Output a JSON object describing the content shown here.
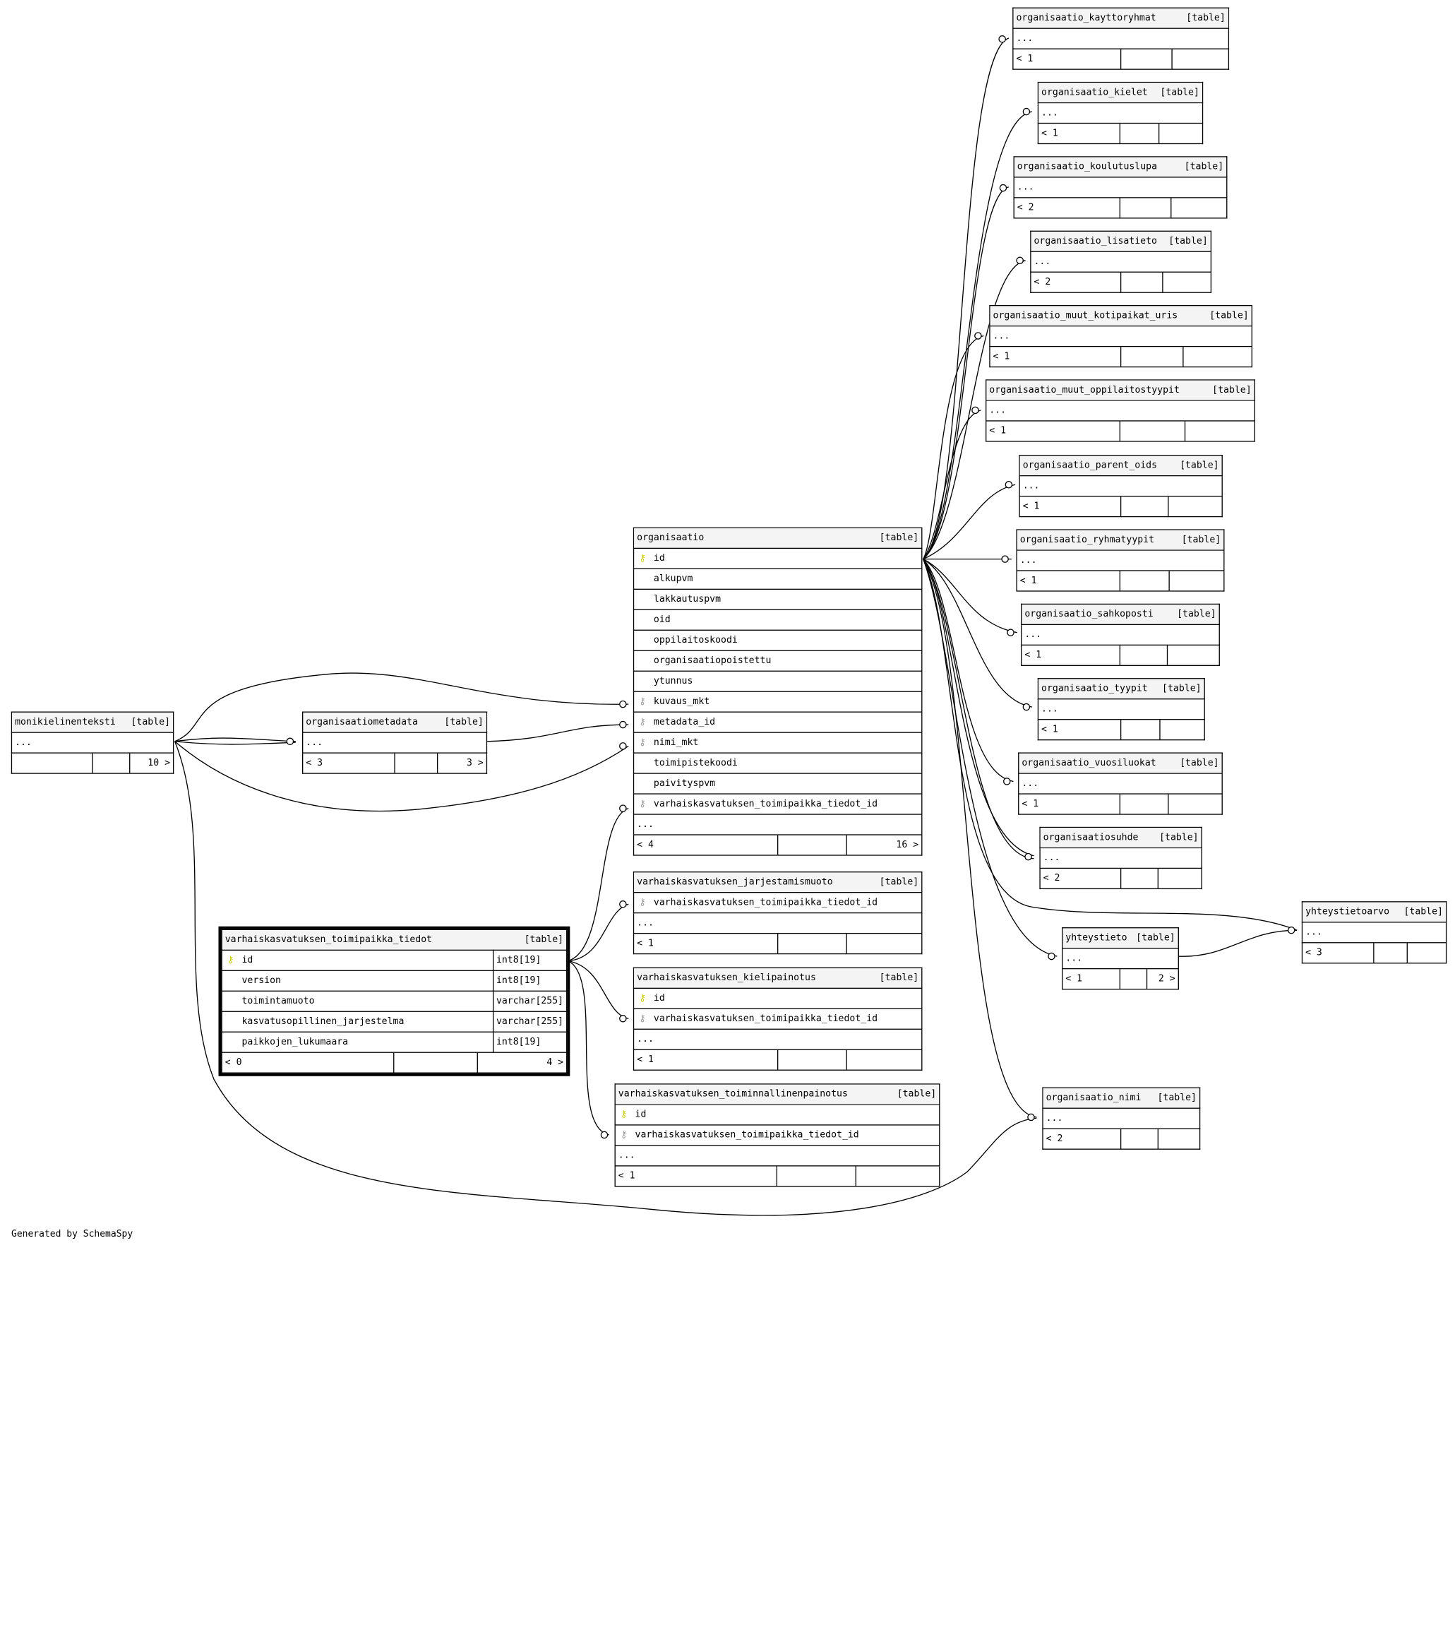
{
  "footer": "Generated by SchemaSpy",
  "tag": "[table]",
  "tables": [
    {
      "id": "kayttoryhmat",
      "name": "organisaatio_kayttoryhmat",
      "rows": [],
      "more": "...",
      "left": "< 1",
      "right": ""
    },
    {
      "id": "kielet",
      "name": "organisaatio_kielet",
      "rows": [],
      "more": "...",
      "left": "< 1",
      "right": ""
    },
    {
      "id": "koulutuslupa",
      "name": "organisaatio_koulutuslupa",
      "rows": [],
      "more": "...",
      "left": "< 2",
      "right": ""
    },
    {
      "id": "lisatieto",
      "name": "organisaatio_lisatieto",
      "rows": [],
      "more": "...",
      "left": "< 2",
      "right": ""
    },
    {
      "id": "kotipaikat",
      "name": "organisaatio_muut_kotipaikat_uris",
      "rows": [],
      "more": "...",
      "left": "< 1",
      "right": ""
    },
    {
      "id": "oppilaitostyypit",
      "name": "organisaatio_muut_oppilaitostyypit",
      "rows": [],
      "more": "...",
      "left": "< 1",
      "right": ""
    },
    {
      "id": "parent_oids",
      "name": "organisaatio_parent_oids",
      "rows": [],
      "more": "...",
      "left": "< 1",
      "right": ""
    },
    {
      "id": "ryhmatyypit",
      "name": "organisaatio_ryhmatyypit",
      "rows": [],
      "more": "...",
      "left": "< 1",
      "right": ""
    },
    {
      "id": "sahkoposti",
      "name": "organisaatio_sahkoposti",
      "rows": [],
      "more": "...",
      "left": "< 1",
      "right": ""
    },
    {
      "id": "tyypit",
      "name": "organisaatio_tyypit",
      "rows": [],
      "more": "...",
      "left": "< 1",
      "right": ""
    },
    {
      "id": "vuosiluokat",
      "name": "organisaatio_vuosiluokat",
      "rows": [],
      "more": "...",
      "left": "< 1",
      "right": ""
    },
    {
      "id": "suhde",
      "name": "organisaatiosuhde",
      "rows": [],
      "more": "...",
      "left": "< 2",
      "right": ""
    },
    {
      "id": "yhteystietoarvo",
      "name": "yhteystietoarvo",
      "rows": [],
      "more": "...",
      "left": "< 3",
      "right": ""
    },
    {
      "id": "yhteystieto",
      "name": "yhteystieto",
      "rows": [],
      "more": "...",
      "left": "< 1",
      "right": "2 >"
    },
    {
      "id": "nimi",
      "name": "organisaatio_nimi",
      "rows": [],
      "more": "...",
      "left": "< 2",
      "right": ""
    },
    {
      "id": "monikielinen",
      "name": "monikielinenteksti",
      "rows": [],
      "more": "...",
      "left": "",
      "right": "10 >"
    },
    {
      "id": "metadata",
      "name": "organisaatiometadata",
      "rows": [],
      "more": "...",
      "left": "< 3",
      "right": "3 >"
    },
    {
      "id": "organisaatio",
      "name": "organisaatio",
      "rows": [
        {
          "k": "pk",
          "n": "id"
        },
        {
          "k": "",
          "n": "alkupvm"
        },
        {
          "k": "",
          "n": "lakkautuspvm"
        },
        {
          "k": "",
          "n": "oid"
        },
        {
          "k": "",
          "n": "oppilaitoskoodi"
        },
        {
          "k": "",
          "n": "organisaatiopoistettu"
        },
        {
          "k": "",
          "n": "ytunnus"
        },
        {
          "k": "fk",
          "n": "kuvaus_mkt"
        },
        {
          "k": "fk",
          "n": "metadata_id"
        },
        {
          "k": "fk",
          "n": "nimi_mkt"
        },
        {
          "k": "",
          "n": "toimipistekoodi"
        },
        {
          "k": "",
          "n": "paivityspvm"
        },
        {
          "k": "fk",
          "n": "varhaiskasvatuksen_toimipaikka_tiedot_id"
        }
      ],
      "more": "...",
      "left": "< 4",
      "right": "16 >"
    },
    {
      "id": "jarjestamismuoto",
      "name": "varhaiskasvatuksen_jarjestamismuoto",
      "rows": [
        {
          "k": "fk",
          "n": "varhaiskasvatuksen_toimipaikka_tiedot_id"
        }
      ],
      "more": "...",
      "left": "< 1",
      "right": ""
    },
    {
      "id": "kielipainotus",
      "name": "varhaiskasvatuksen_kielipainotus",
      "rows": [
        {
          "k": "pk",
          "n": "id"
        },
        {
          "k": "fk",
          "n": "varhaiskasvatuksen_toimipaikka_tiedot_id"
        }
      ],
      "more": "...",
      "left": "< 1",
      "right": ""
    },
    {
      "id": "toiminnallinen",
      "name": "varhaiskasvatuksen_toiminnallinenpainotus",
      "rows": [
        {
          "k": "pk",
          "n": "id"
        },
        {
          "k": "fk",
          "n": "varhaiskasvatuksen_toimipaikka_tiedot_id"
        }
      ],
      "more": "...",
      "left": "< 1",
      "right": ""
    },
    {
      "id": "tiedot",
      "name": "varhaiskasvatuksen_toimipaikka_tiedot",
      "rows": [
        {
          "k": "pk",
          "n": "id",
          "t": "int8[19]"
        },
        {
          "k": "",
          "n": "version",
          "t": "int8[19]"
        },
        {
          "k": "",
          "n": "toimintamuoto",
          "t": "varchar[255]"
        },
        {
          "k": "",
          "n": "kasvatusopillinen_jarjestelma",
          "t": "varchar[255]"
        },
        {
          "k": "",
          "n": "paikkojen_lukumaara",
          "t": "int8[19]"
        }
      ],
      "more": "",
      "left": "< 0",
      "right": "4 >"
    }
  ]
}
